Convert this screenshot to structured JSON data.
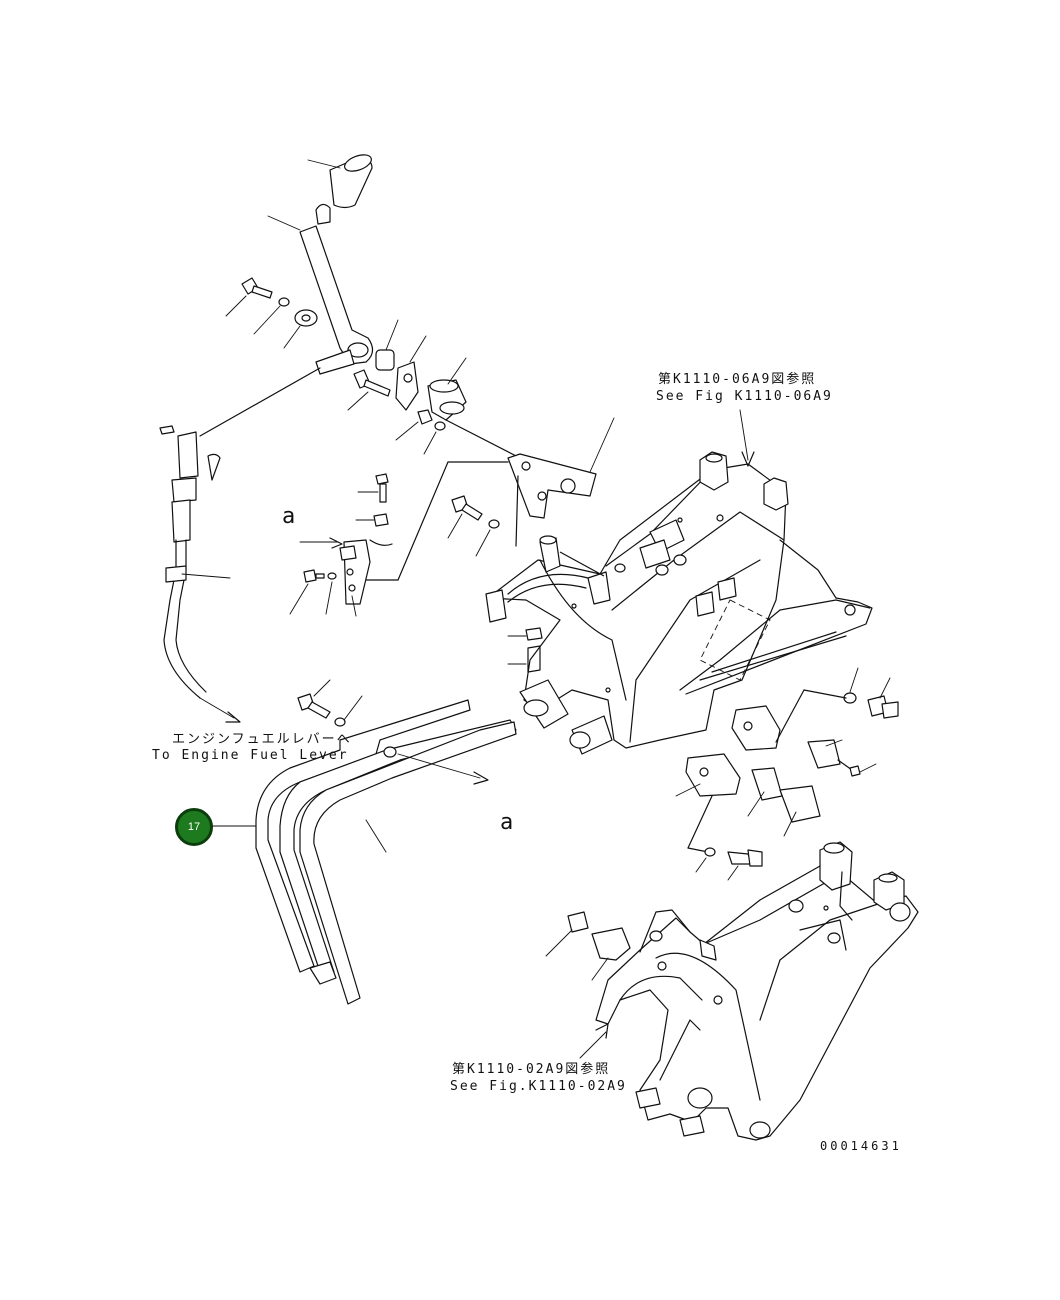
{
  "labels": {
    "ref_top_jp": "第K1110-06A9図参照",
    "ref_top_en": "See Fig K1110-06A9",
    "engine_lever_jp": "エンジンフュエルレバーへ",
    "engine_lever_en": "To Engine Fuel Lever",
    "view_a_1": "a",
    "view_a_2": "a",
    "ref_bottom_jp": "第K1110-02A9図参照",
    "ref_bottom_en": "See Fig.K1110-02A9",
    "drawing_number": "00014631"
  },
  "callouts": [
    {
      "number": "17"
    }
  ]
}
